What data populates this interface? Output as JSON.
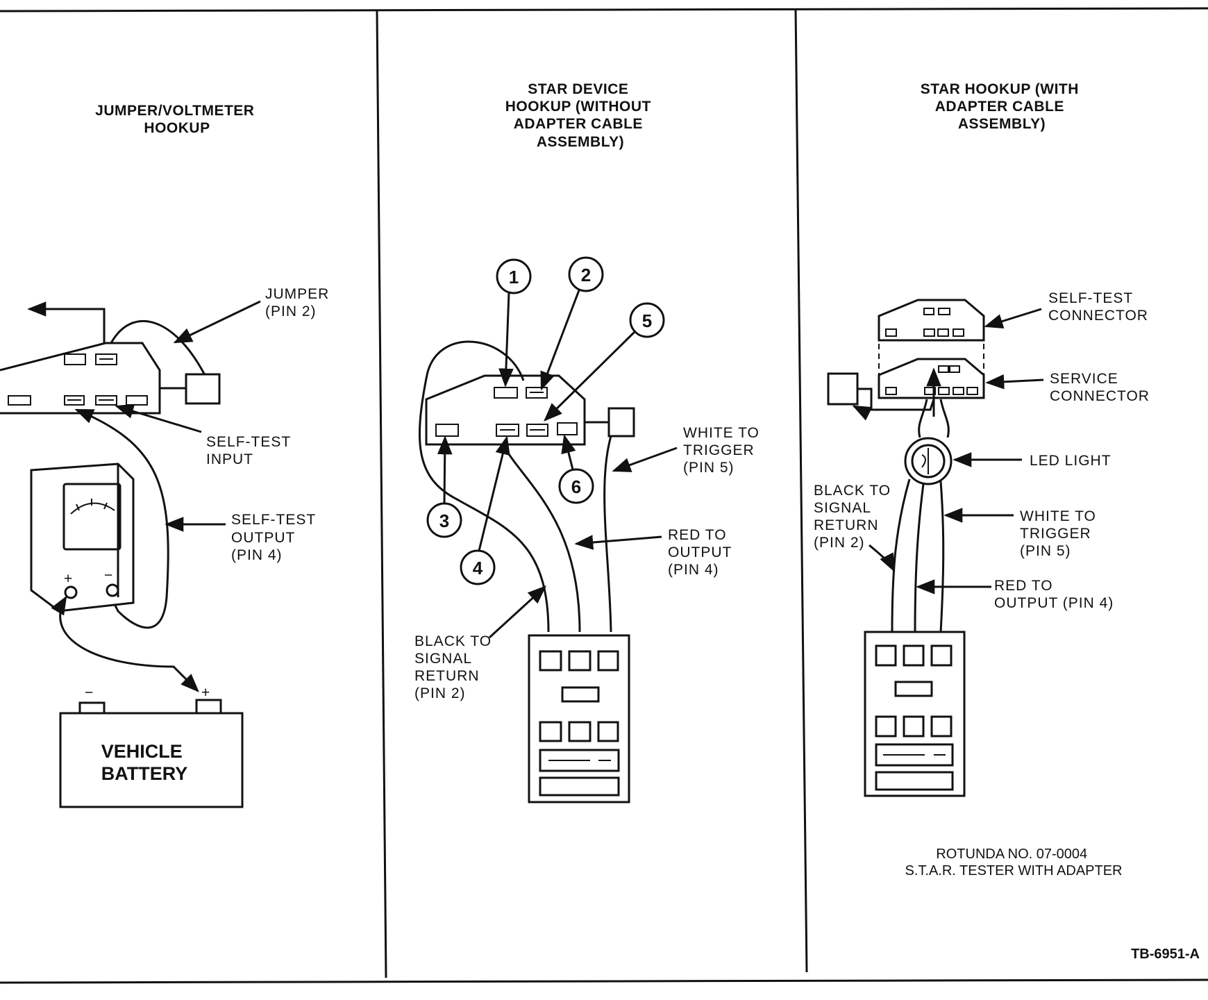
{
  "panels": {
    "left": {
      "title_lines": [
        "JUMPER/VOLTMETER",
        "HOOKUP"
      ],
      "labels": {
        "jumper": [
          "JUMPER",
          "(PIN 2)"
        ],
        "self_test_input": [
          "SELF-TEST",
          "INPUT"
        ],
        "self_test_output": [
          "SELF-TEST",
          "OUTPUT",
          "(PIN 4)"
        ],
        "battery": [
          "VEHICLE",
          "BATTERY"
        ],
        "plus": "+",
        "minus": "−"
      }
    },
    "middle": {
      "title_lines": [
        "STAR DEVICE",
        "HOOKUP (WITHOUT",
        "ADAPTER CABLE",
        "ASSEMBLY)"
      ],
      "callouts": [
        "1",
        "2",
        "3",
        "4",
        "5",
        "6"
      ],
      "labels": {
        "white": [
          "WHITE TO",
          "TRIGGER",
          "(PIN 5)"
        ],
        "red": [
          "RED TO",
          "OUTPUT",
          "(PIN 4)"
        ],
        "black": [
          "BLACK TO",
          "SIGNAL",
          "RETURN",
          "(PIN 2)"
        ]
      }
    },
    "right": {
      "title_lines": [
        "STAR HOOKUP (WITH",
        "ADAPTER CABLE",
        "ASSEMBLY)"
      ],
      "labels": {
        "self_test_connector": [
          "SELF-TEST",
          "CONNECTOR"
        ],
        "service_connector": [
          "SERVICE",
          "CONNECTOR"
        ],
        "led": "LED LIGHT",
        "black": [
          "BLACK TO",
          "SIGNAL",
          "RETURN",
          "(PIN 2)"
        ],
        "white": [
          "WHITE TO",
          "TRIGGER",
          "(PIN 5)"
        ],
        "red": [
          "RED TO",
          "OUTPUT (PIN 4)"
        ]
      },
      "footer": [
        "ROTUNDA NO. 07-0004",
        "S.T.A.R. TESTER WITH ADAPTER"
      ]
    }
  },
  "figure_id": "TB-6951-A"
}
